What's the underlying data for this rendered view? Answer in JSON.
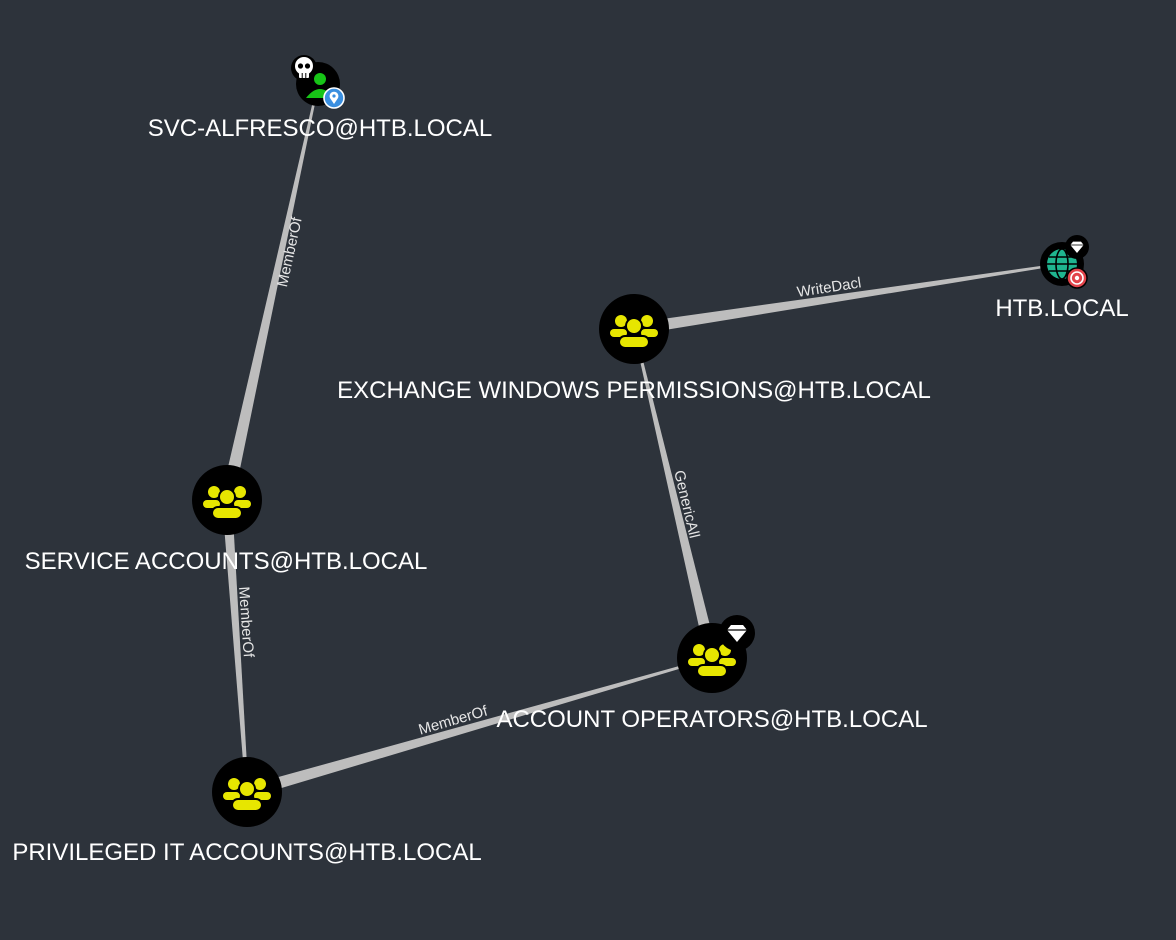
{
  "colors": {
    "background": "#2d333b",
    "edge": "#bdbdbd",
    "group_fill": "#e7e600",
    "node_circle": "#000000",
    "user_green": "#17c417",
    "domain_teal": "#1fb58f",
    "owned_badge": "#ffffff",
    "highvalue_badge": "#ffffff",
    "target_badge": "#e2434a",
    "start_badge": "#3a8fe0"
  },
  "nodes": {
    "svc_alfresco": {
      "label": "SVC-ALFRESCO@HTB.LOCAL",
      "icon": "user-icon",
      "badges": [
        "skull-icon",
        "location-pin-icon"
      ]
    },
    "htb_local": {
      "label": "HTB.LOCAL",
      "icon": "globe-icon",
      "badges": [
        "diamond-icon",
        "target-icon"
      ]
    },
    "exchange_windows_permissions": {
      "label": "EXCHANGE WINDOWS PERMISSIONS@HTB.LOCAL",
      "icon": "group-icon",
      "badges": []
    },
    "service_accounts": {
      "label": "SERVICE ACCOUNTS@HTB.LOCAL",
      "icon": "group-icon",
      "badges": []
    },
    "account_operators": {
      "label": "ACCOUNT OPERATORS@HTB.LOCAL",
      "icon": "group-icon",
      "badges": [
        "diamond-icon"
      ]
    },
    "privileged_it_accounts": {
      "label": "PRIVILEGED IT ACCOUNTS@HTB.LOCAL",
      "icon": "group-icon",
      "badges": []
    }
  },
  "edges": [
    {
      "from": "svc_alfresco",
      "to": "service_accounts",
      "label": "MemberOf"
    },
    {
      "from": "service_accounts",
      "to": "privileged_it_accounts",
      "label": "MemberOf"
    },
    {
      "from": "privileged_it_accounts",
      "to": "account_operators",
      "label": "MemberOf"
    },
    {
      "from": "account_operators",
      "to": "exchange_windows_permissions",
      "label": "GenericAll"
    },
    {
      "from": "exchange_windows_permissions",
      "to": "htb_local",
      "label": "WriteDacl"
    }
  ]
}
